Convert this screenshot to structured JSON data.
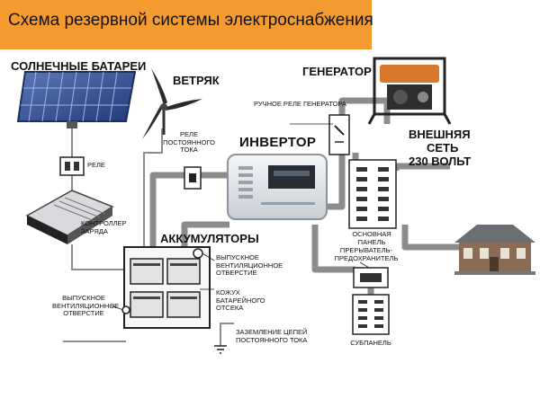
{
  "title": "Схема резервной системы электроснабжения",
  "labels": {
    "solar": "СОЛНЕЧНЫЕ БАТАРЕИ",
    "wind": "ВЕТРЯК",
    "generator": "ГЕНЕРАТОР",
    "manual_relay": "РУЧНОЕ РЕЛЕ ГЕНЕРАТОРА",
    "relay": "РЕЛЕ",
    "dc_relay_1": "РЕЛЕ",
    "dc_relay_2": "ПОСТОЯННОГО",
    "dc_relay_3": "ТОКА",
    "inverter": "ИНВЕРТОР",
    "grid_1": "ВНЕШНЯЯ",
    "grid_2": "СЕТЬ",
    "grid_3": "230 ВОЛЬТ",
    "controller_1": "КОНТРОЛЛЕР",
    "controller_2": "ЗАРЯДА",
    "batteries": "АККУМУЛЯТОРЫ",
    "exhaust_top_1": "ВЫПУСКНОЕ",
    "exhaust_top_2": "ВЕНТИЛЯЦИОННОЕ",
    "exhaust_top_3": "ОТВЕРСТИЕ",
    "exhaust_left_1": "ВЫПУСКНОЕ",
    "exhaust_left_2": "ВЕНТИЛЯЦИОННОЕ",
    "exhaust_left_3": "ОТВЕРСТИЕ",
    "casing_1": "КОЖУХ",
    "casing_2": "БАТАРЕЙНОГО",
    "casing_3": "ОТСЕКА",
    "ground_1": "ЗАЗЕМЛЕНИЕ ЦЕПЕЙ",
    "ground_2": "ПОСТОЯННОГО ТОКА",
    "main_panel_1": "ОСНОВНАЯ",
    "main_panel_2": "ПАНЕЛЬ",
    "breaker_1": "ПРЕРЫВАТЕЛЬ-",
    "breaker_2": "ПРЕДОХРАНИТЕЛЬ",
    "subpanel": "СУБПАНЕЛЬ"
  }
}
